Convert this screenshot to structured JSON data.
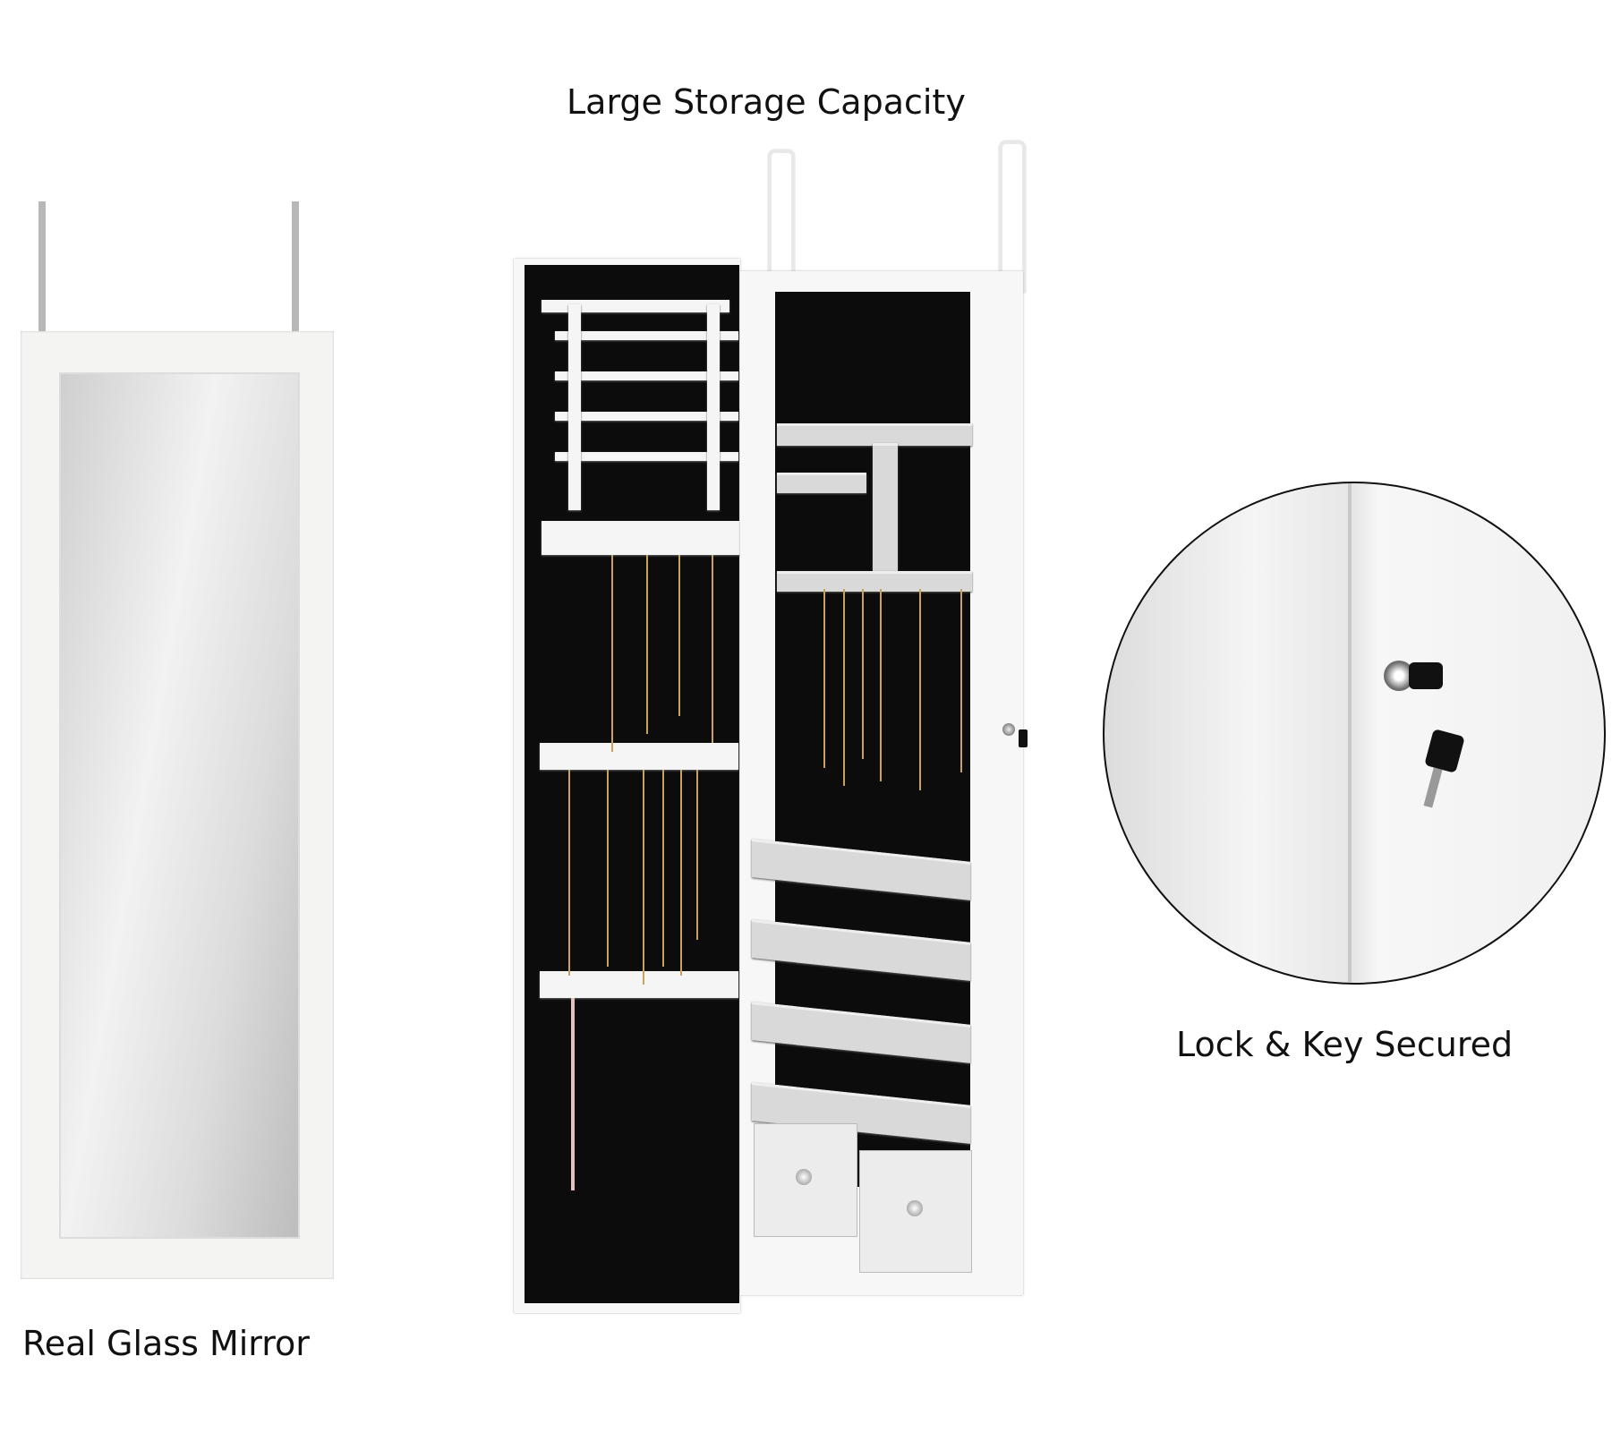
{
  "captions": {
    "storage": "Large Storage Capacity",
    "mirror": "Real Glass Mirror",
    "lock": "Lock & Key Secured"
  },
  "icons": {
    "key": "key-icon",
    "lock": "lock-icon"
  },
  "colors": {
    "frame": "#f4f4f2",
    "lining": "#0c0c0c",
    "text": "#111111"
  }
}
